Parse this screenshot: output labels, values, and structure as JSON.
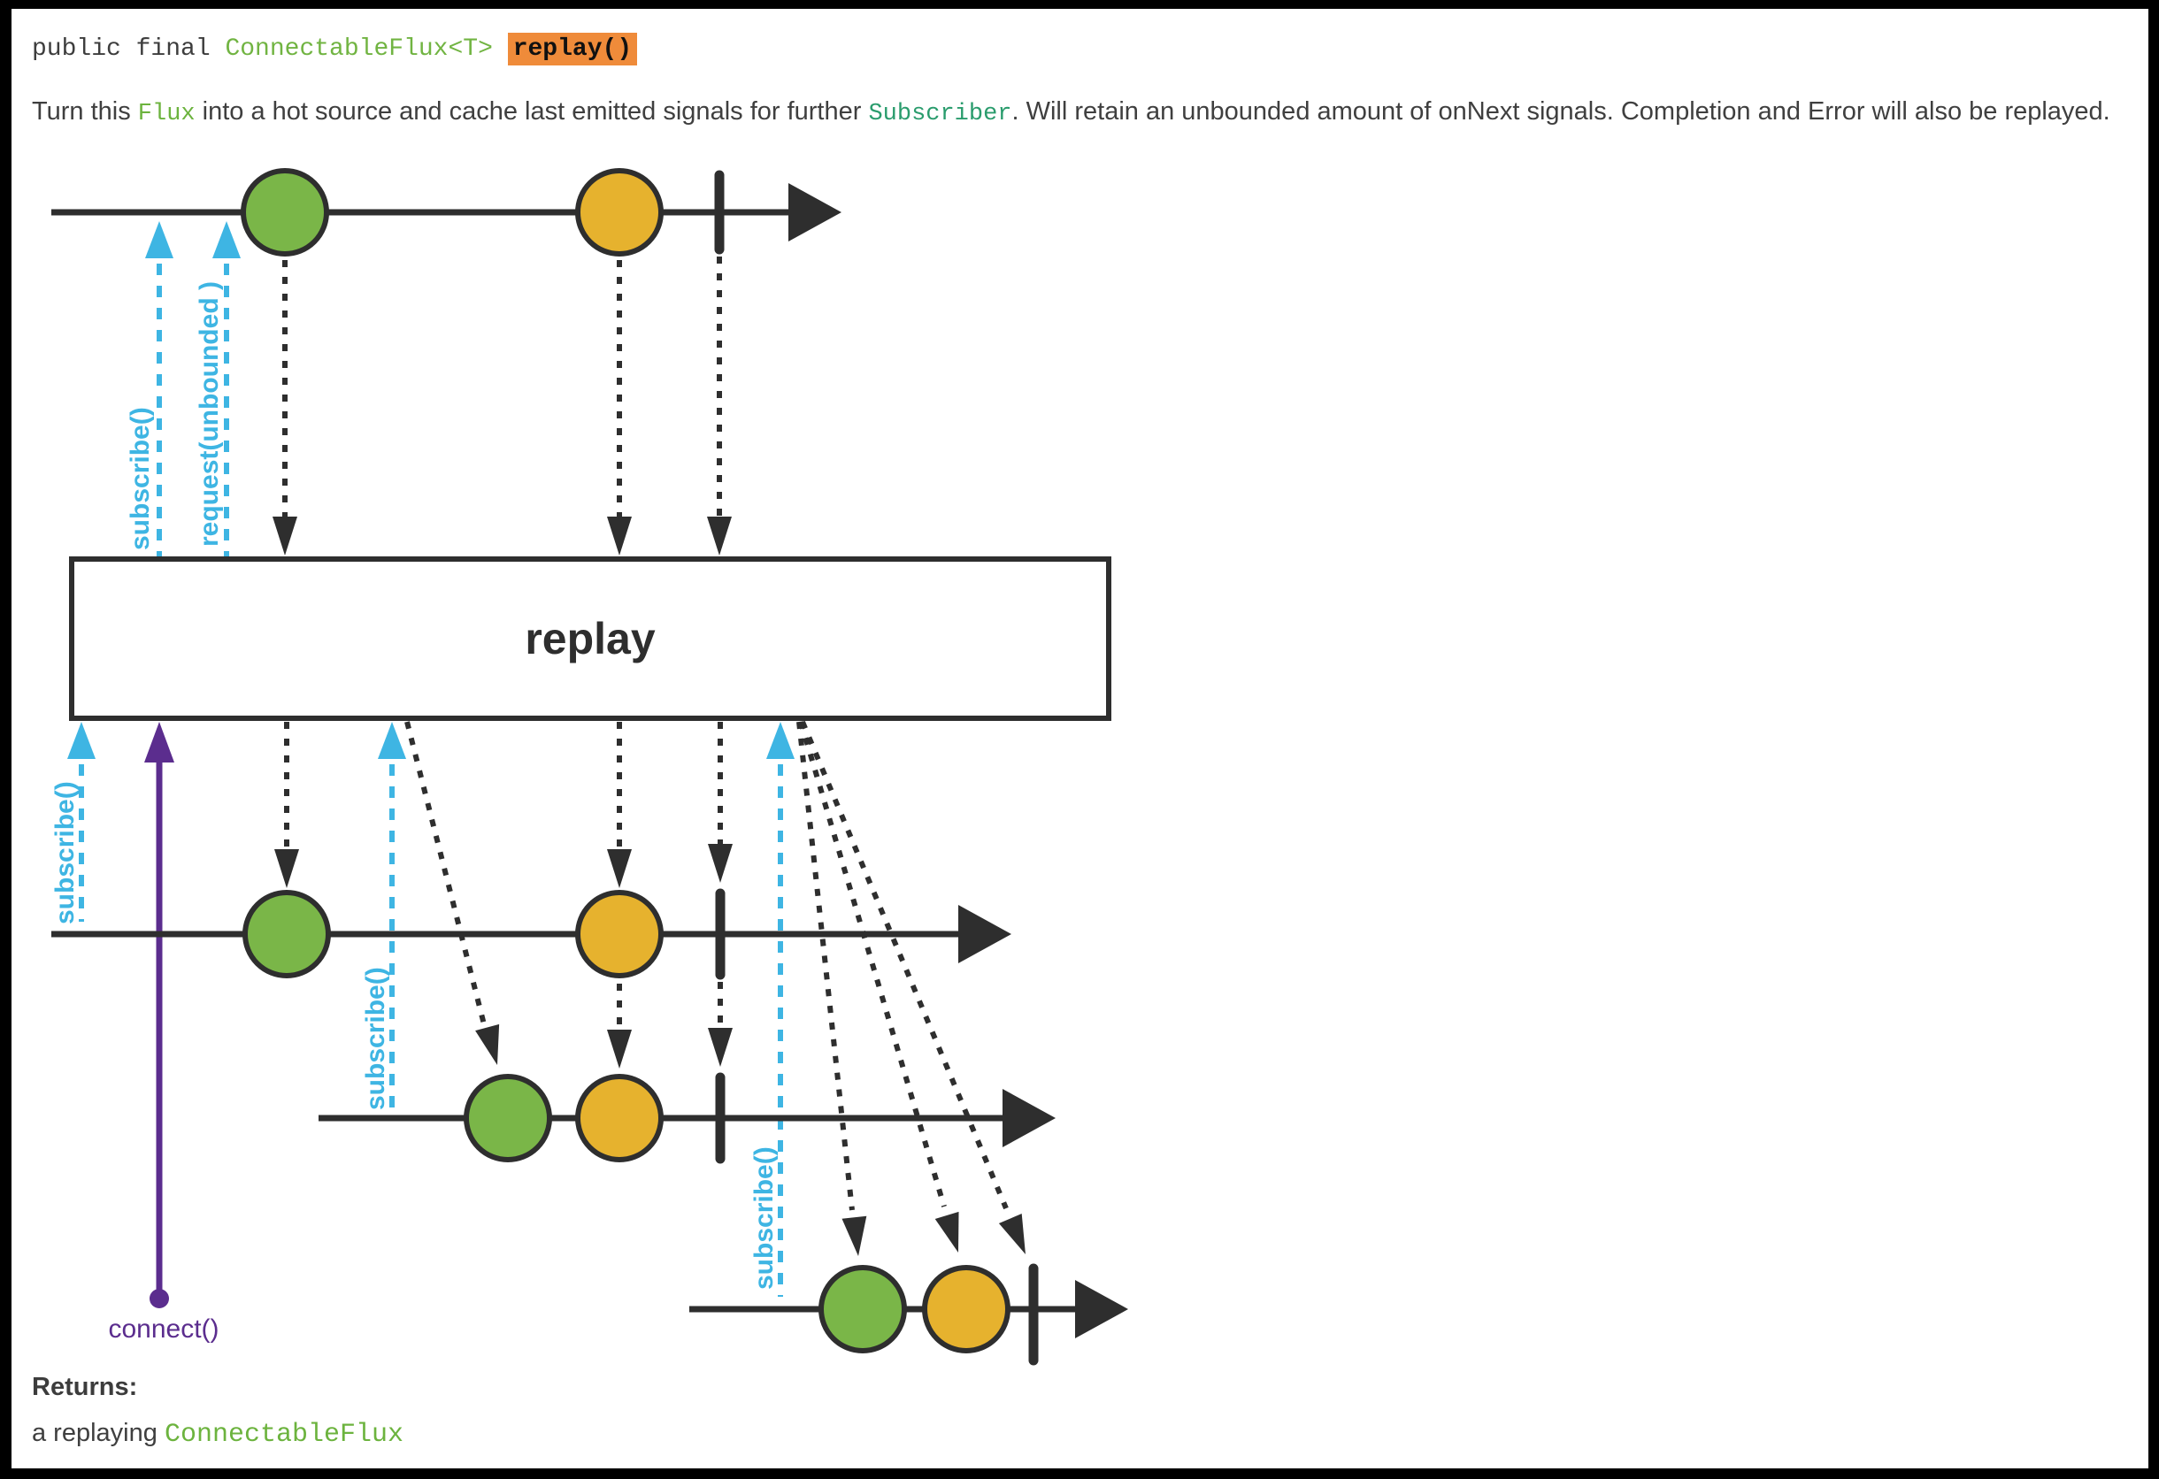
{
  "signature": {
    "modifiers": "public final ",
    "return_type": "ConnectableFlux<T>",
    "spacer": " ",
    "method": "replay()"
  },
  "description": {
    "part1": "Turn this ",
    "code1": "Flux",
    "part2": " into a hot source and cache last emitted signals for further ",
    "code2": "Subscriber",
    "part3": ". Will retain an unbounded amount of onNext signals. Completion and Error will also be replayed."
  },
  "diagram": {
    "operator_label": "replay",
    "labels": {
      "subscribe_top": "subscribe()",
      "request_prefix": "request(",
      "request_bold": "unbounded",
      "request_suffix": " )",
      "subscribe_1": "subscribe()",
      "subscribe_2": "subscribe()",
      "subscribe_3": "subscribe()",
      "connect": "connect()"
    },
    "colors": {
      "marble_green": "#7ab648",
      "marble_yellow": "#e6b22e",
      "line_dark": "#2e2e2e",
      "cyan": "#3eb5e3",
      "purple": "#5b2d8e",
      "highlight_orange": "#ef8b3a",
      "code_green": "#6cb33e",
      "code_teal": "#2a9c6d",
      "type_green": "#71b442"
    }
  },
  "returns": {
    "heading": "Returns:",
    "text": "a replaying ",
    "code": "ConnectableFlux"
  }
}
